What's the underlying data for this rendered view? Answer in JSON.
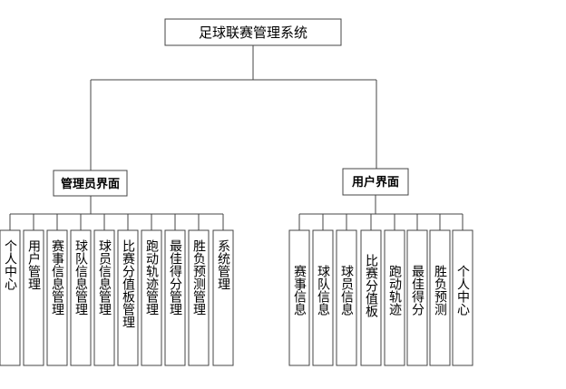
{
  "diagram": {
    "root": {
      "label": "足球联赛管理系统"
    },
    "groups": [
      {
        "label": "管理员界面",
        "children": [
          "个人中心",
          "用户管理",
          "赛事信息管理",
          "球队信息管理",
          "球员信息管理",
          "比赛分值板管理",
          "跑动轨迹管理",
          "最佳得分管理",
          "胜负预测管理",
          "系统管理"
        ]
      },
      {
        "label": "用户界面",
        "children": [
          "赛事信息",
          "球队信息",
          "球员信息",
          "比赛分值板",
          "跑动轨迹",
          "最佳得分",
          "胜负预测",
          "个人中心"
        ]
      }
    ]
  }
}
